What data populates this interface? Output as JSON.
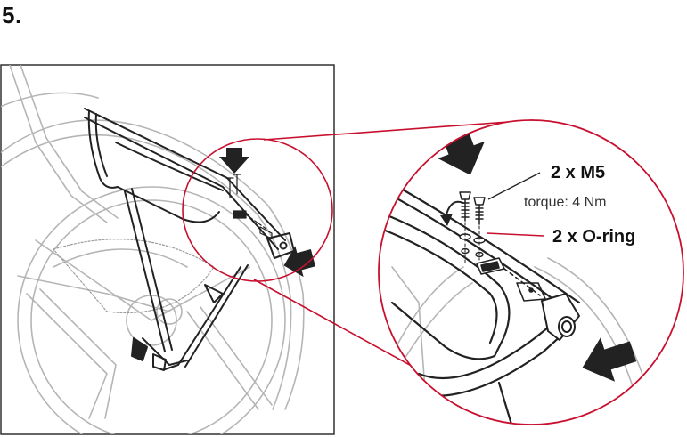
{
  "step_number": "5.",
  "callouts": {
    "screws": "2 x M5",
    "torque": "torque: 4 Nm",
    "orings": "2 x O-ring"
  },
  "colors": {
    "accent": "#c8102e",
    "linework": "#222222",
    "background_lines": "#b5b5b5"
  },
  "icons": [
    "down-arrow-icon",
    "left-arrow-icon",
    "rotation-arrow-icon",
    "screw-icon",
    "o-ring-icon"
  ]
}
